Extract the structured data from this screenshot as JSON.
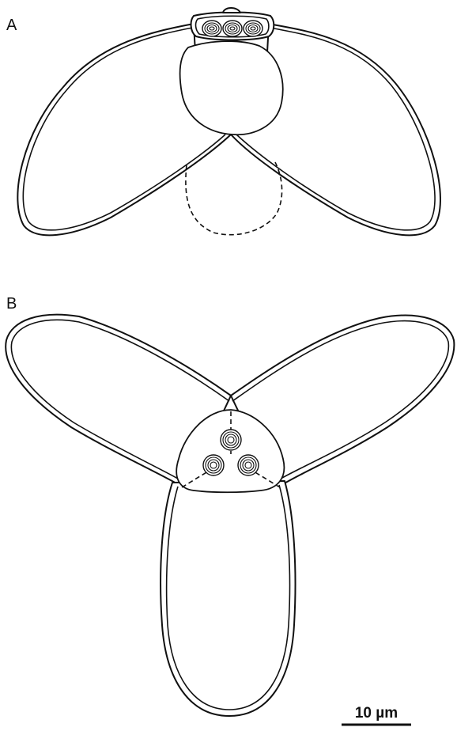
{
  "panels": [
    {
      "label": "A"
    },
    {
      "label": "B"
    }
  ],
  "scale_bar": {
    "label": "10 µm"
  }
}
